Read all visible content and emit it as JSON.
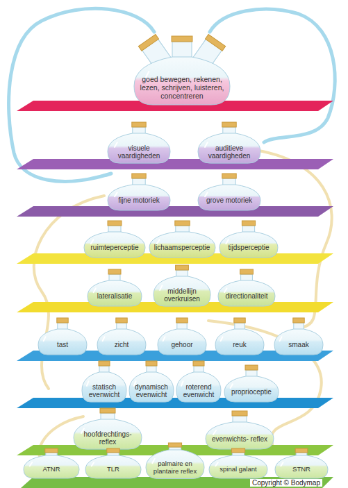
{
  "diagram": {
    "nodes": [
      {
        "text": [
          "goed bewegen, rekenen, lezen, schrijven, luisteren, concentreren"
        ]
      },
      {
        "text": [
          "visuele vaardigheden"
        ]
      },
      {
        "text": [
          "auditieve vaardigheden"
        ]
      },
      {
        "text": [
          "fijne motoriek"
        ]
      },
      {
        "text": [
          "grove motoriek"
        ]
      },
      {
        "text": [
          "ruimteperceptie"
        ]
      },
      {
        "text": [
          "lichaamsperceptie"
        ]
      },
      {
        "text": [
          "tijdsperceptie"
        ]
      },
      {
        "text": [
          "lateralisatie"
        ]
      },
      {
        "text": [
          "middellijn overkruisen"
        ]
      },
      {
        "text": [
          "directionaliteit"
        ]
      },
      {
        "text": [
          "tast"
        ]
      },
      {
        "text": [
          "zicht"
        ]
      },
      {
        "text": [
          "gehoor"
        ]
      },
      {
        "text": [
          "reuk"
        ]
      },
      {
        "text": [
          "smaak"
        ]
      },
      {
        "text": [
          "statisch evenwicht"
        ]
      },
      {
        "text": [
          "dynamisch evenwicht"
        ]
      },
      {
        "text": [
          "roterend evenwicht"
        ]
      },
      {
        "text": [
          "proprioceptie"
        ]
      },
      {
        "text": [
          "hoofdrechtings- reflex"
        ]
      },
      {
        "text": [
          "evenwichts- reflex"
        ]
      },
      {
        "text": [
          "ATNR"
        ]
      },
      {
        "text": [
          "TLR"
        ]
      },
      {
        "text": [
          "palmaire en plantaire reflex"
        ]
      },
      {
        "text": [
          "spinal galant"
        ]
      },
      {
        "text": [
          "STNR"
        ]
      }
    ],
    "labels": [
      "Copyright © Bodymap"
    ]
  }
}
